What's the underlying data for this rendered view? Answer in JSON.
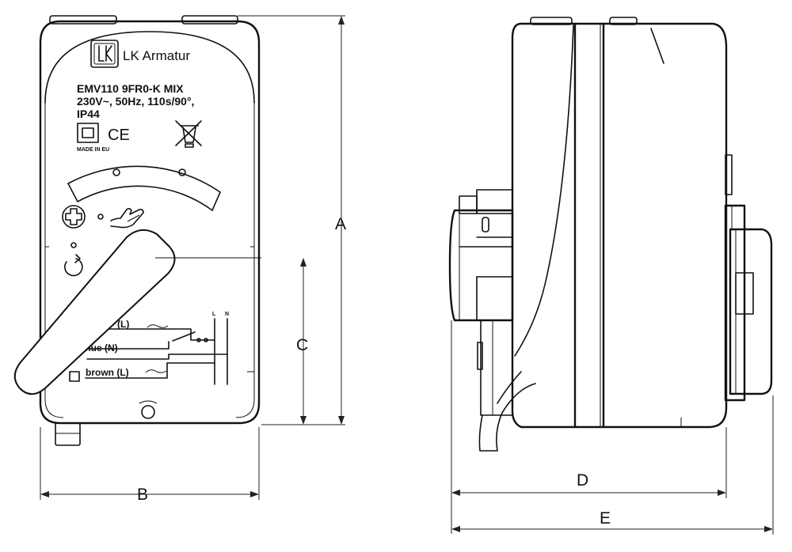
{
  "front_view": {
    "brand": "LK Armatur",
    "logo_letters": "LK",
    "model": "EMV110 9FR0-K MIX",
    "rating": "230V~, 50Hz, 110s/90°,",
    "ip_rating": "IP44",
    "made_in": "MADE IN EU",
    "ce_mark": "CE",
    "wires": [
      "(L)",
      "blue (N)",
      "brown (L)"
    ],
    "terminals": [
      "L",
      "N"
    ]
  },
  "dimensions": {
    "height": "A",
    "width": "B",
    "handle_height": "C",
    "depth": "D",
    "overall_depth": "E"
  }
}
